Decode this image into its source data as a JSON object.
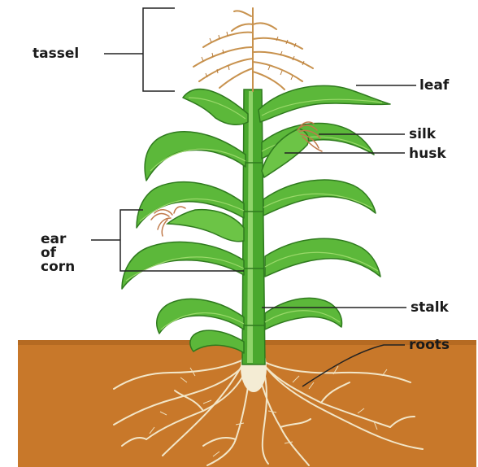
{
  "labels": {
    "tassel": "tassel",
    "leaf": "leaf",
    "silk": "silk",
    "husk": "husk",
    "ear_line1": "ear",
    "ear_line2": "of",
    "ear_line3": "corn",
    "stalk": "stalk",
    "roots": "roots"
  },
  "colors": {
    "leaf": "#5cb83a",
    "leaf_dark": "#2f7a1e",
    "leaf_light": "#9ad96a",
    "stalk": "#4aa82e",
    "tassel": "#c8924e",
    "silk": "#c07a4a",
    "soil": "#c8782a",
    "root": "#f2e6c8",
    "line": "#222222"
  }
}
